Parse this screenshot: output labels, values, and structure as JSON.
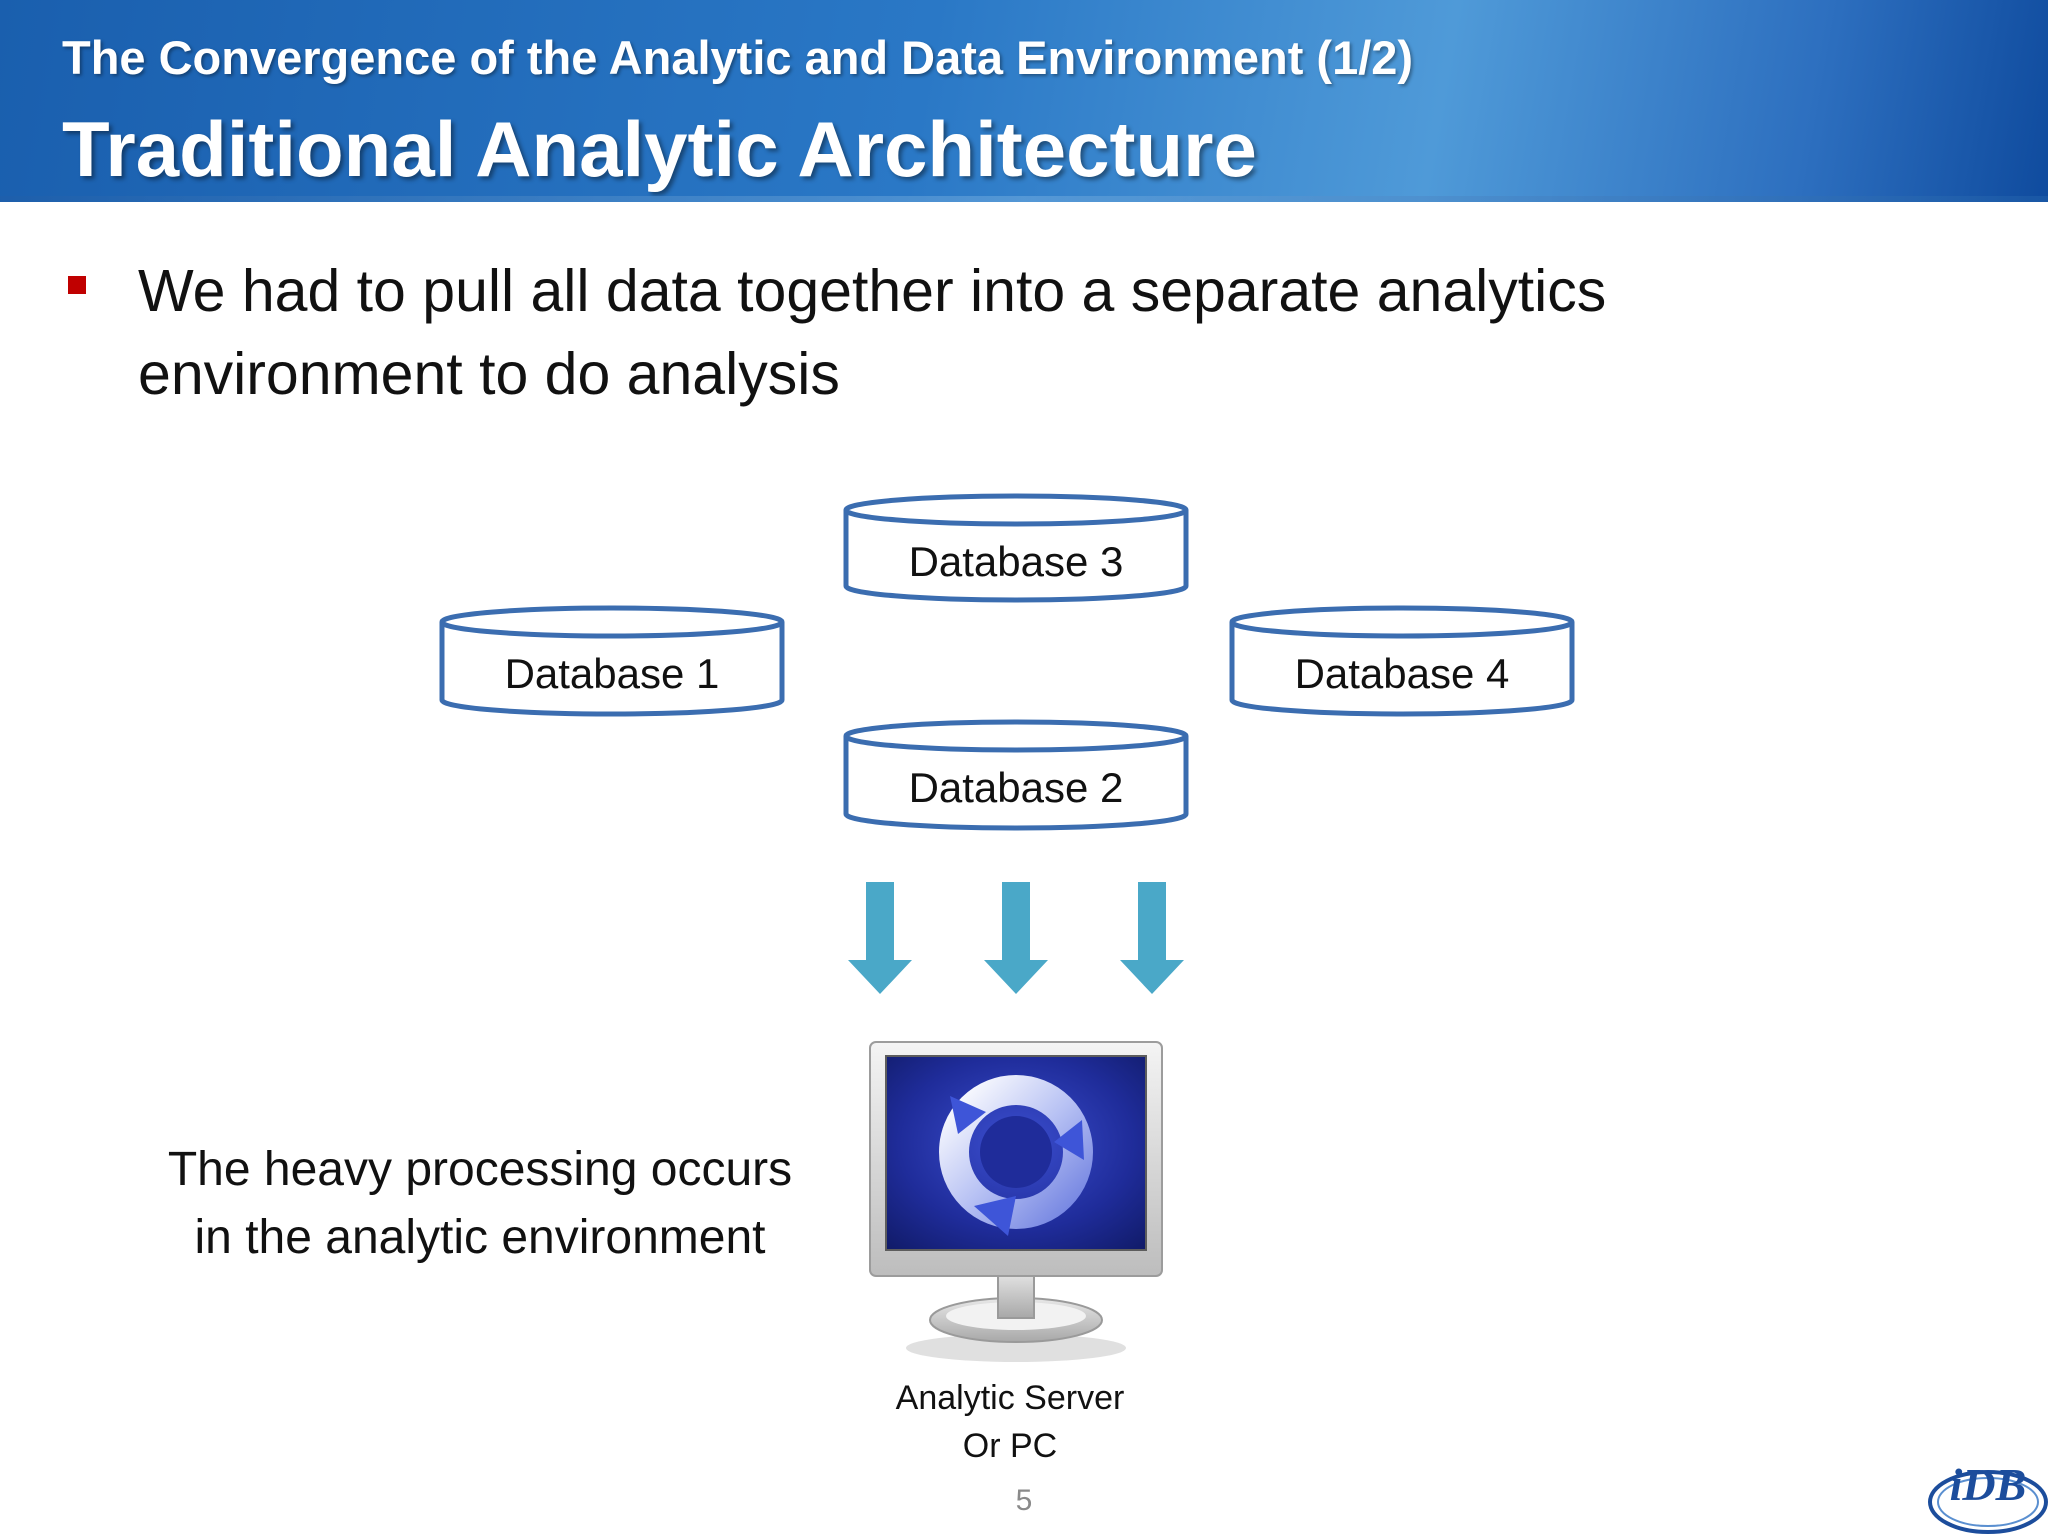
{
  "header": {
    "subtitle": "The Convergence of the Analytic and Data Environment (1/2)",
    "title": "Traditional Analytic Architecture"
  },
  "bullets": [
    {
      "text": "We had to pull all data together into a separate analytics environment to do analysis"
    }
  ],
  "diagram": {
    "databases": [
      {
        "label": "Database 3"
      },
      {
        "label": "Database 1"
      },
      {
        "label": "Database 4"
      },
      {
        "label": "Database 2"
      }
    ],
    "arrow_count": 3,
    "server_label_line1": "Analytic Server",
    "server_label_line2": "Or PC",
    "side_note_line1": "The heavy processing occurs",
    "side_note_line2": "in the analytic environment"
  },
  "footer": {
    "page_number": "5",
    "logo_text": "iDB"
  },
  "colors": {
    "header_blue": "#1a5fae",
    "bullet_red": "#c00000",
    "database_outline": "#3b6db0",
    "arrow_teal": "#4aa8c8",
    "monitor_screen": "#1c2a8a"
  }
}
